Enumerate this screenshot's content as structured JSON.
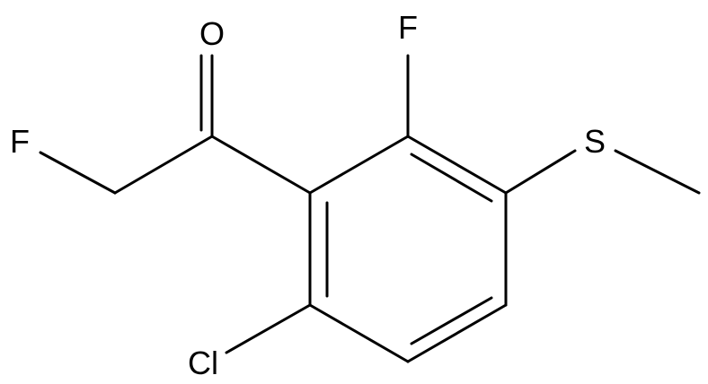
{
  "molecule": {
    "atoms": {
      "O": "O",
      "F_acyl": "F",
      "F_ring": "F",
      "S": "S",
      "Cl": "Cl"
    }
  },
  "colors": {
    "bond": "#000000",
    "label": "#000000",
    "background": "#ffffff"
  }
}
